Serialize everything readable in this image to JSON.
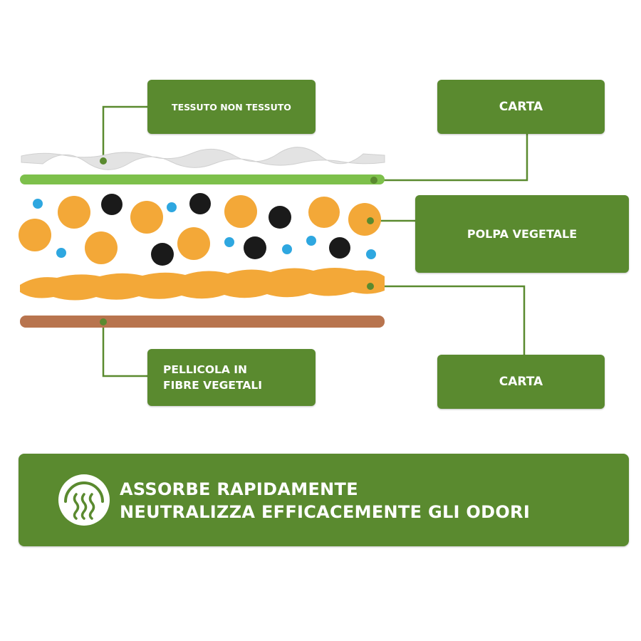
{
  "labels": {
    "tessuto": "TESSUTO NON TESSUTO",
    "carta_top": "CARTA",
    "polpa": "POLPA VEGETALE",
    "pellicola_line1": "PELLICOLA IN",
    "pellicola_line2": "FIBRE VEGETALI",
    "carta_bottom": "CARTA"
  },
  "banner": {
    "line1": "ASSORBE RAPIDAMENTE",
    "line2": "NEUTRALIZZA EFFICACEMENTE GLI ODORI",
    "icon": "odor-waves-icon"
  },
  "colors": {
    "box_green": "#5a8a2f",
    "light_green_layer": "#7dc04b",
    "orange_pulp": "#f3a838",
    "black_particle": "#1a1a1a",
    "blue_particle": "#2ea7e0",
    "brown_film": "#b8744e",
    "nonwoven_grey": "#e3e3e3"
  }
}
